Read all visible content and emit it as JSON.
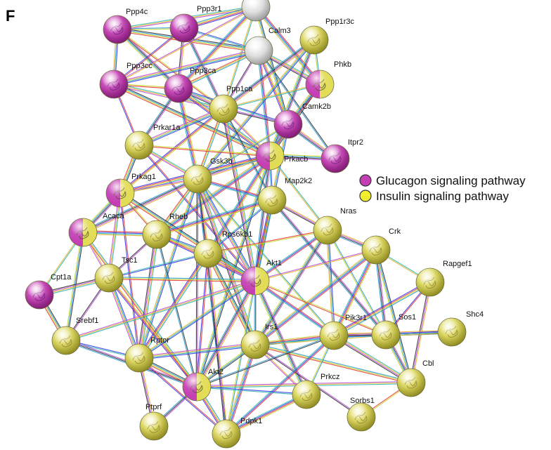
{
  "panel_label": "F",
  "legend": [
    {
      "label": "Glucagon signaling pathway",
      "color": "#c43fb4"
    },
    {
      "label": "Insulin signaling pathway",
      "color": "#f2ee30"
    }
  ],
  "colors": {
    "glucagon": "#c43fb4",
    "insulin": "#e6e060",
    "neutral": "#dcdcdc",
    "edge_palette": [
      "#2e9bd6",
      "#3b3be6",
      "#b84fd9",
      "#c7d62e",
      "#2fb7b2",
      "#333333",
      "#e53b3b",
      "#e5b32e"
    ]
  },
  "nodes": [
    {
      "id": "Ppp4c",
      "label": "Ppp4c",
      "type": "glucagon"
    },
    {
      "id": "Ppp3r1",
      "label": "Ppp3r1",
      "type": "glucagon"
    },
    {
      "id": "TopGrey",
      "label": "",
      "type": "neutral"
    },
    {
      "id": "Calm3",
      "label": "Calm3",
      "type": "neutral"
    },
    {
      "id": "Ppp1r3c",
      "label": "Ppp1r3c",
      "type": "insulin"
    },
    {
      "id": "Ppp3cc",
      "label": "Ppp3cc",
      "type": "glucagon"
    },
    {
      "id": "Ppp3ca",
      "label": "Ppp3ca",
      "type": "glucagon"
    },
    {
      "id": "Phkb",
      "label": "Phkb",
      "type": "both"
    },
    {
      "id": "Ppp1ca",
      "label": "Ppp1ca",
      "type": "insulin"
    },
    {
      "id": "Camk2b",
      "label": "Camk2b",
      "type": "glucagon"
    },
    {
      "id": "Itpr2",
      "label": "Itpr2",
      "type": "glucagon"
    },
    {
      "id": "Prkar1a",
      "label": "Prkar1a",
      "type": "insulin"
    },
    {
      "id": "Prkacb",
      "label": "Prkacb",
      "type": "both"
    },
    {
      "id": "Gsk3b",
      "label": "Gsk3b",
      "type": "insulin"
    },
    {
      "id": "Prkag1",
      "label": "Prkag1",
      "type": "both"
    },
    {
      "id": "Map2k2",
      "label": "Map2k2",
      "type": "insulin"
    },
    {
      "id": "Acaca",
      "label": "Acaca",
      "type": "both"
    },
    {
      "id": "Rheb",
      "label": "Rheb",
      "type": "insulin"
    },
    {
      "id": "Nras",
      "label": "Nras",
      "type": "insulin"
    },
    {
      "id": "Rps6kb1",
      "label": "Rps6kb1",
      "type": "insulin"
    },
    {
      "id": "Crk",
      "label": "Crk",
      "type": "insulin"
    },
    {
      "id": "Tsc1",
      "label": "Tsc1",
      "type": "insulin"
    },
    {
      "id": "Akt1",
      "label": "Akt1",
      "type": "both"
    },
    {
      "id": "Cpt1a",
      "label": "Cpt1a",
      "type": "glucagon"
    },
    {
      "id": "Rapgef1",
      "label": "Rapgef1",
      "type": "insulin"
    },
    {
      "id": "Srebf1",
      "label": "Srebf1",
      "type": "insulin"
    },
    {
      "id": "Irs1",
      "label": "Irs1",
      "type": "insulin"
    },
    {
      "id": "Pik3r1",
      "label": "Pik3r1",
      "type": "insulin"
    },
    {
      "id": "Sos1",
      "label": "Sos1",
      "type": "insulin"
    },
    {
      "id": "Shc4",
      "label": "Shc4",
      "type": "insulin"
    },
    {
      "id": "Rptor",
      "label": "Rptor",
      "type": "insulin"
    },
    {
      "id": "Cbl",
      "label": "Cbl",
      "type": "insulin"
    },
    {
      "id": "Akt2",
      "label": "Akt2",
      "type": "both"
    },
    {
      "id": "Prkcz",
      "label": "Prkcz",
      "type": "insulin"
    },
    {
      "id": "Sorbs1",
      "label": "Sorbs1",
      "type": "insulin"
    },
    {
      "id": "Ptprf",
      "label": "Ptprf",
      "type": "insulin"
    },
    {
      "id": "Pdpk1",
      "label": "Pdpk1",
      "type": "insulin"
    }
  ],
  "edges": [
    [
      "Ppp4c",
      "Ppp3r1"
    ],
    [
      "Ppp4c",
      "Ppp3cc"
    ],
    [
      "Ppp4c",
      "Ppp3ca"
    ],
    [
      "Ppp4c",
      "Ppp1ca"
    ],
    [
      "Ppp4c",
      "TopGrey"
    ],
    [
      "Ppp4c",
      "Calm3"
    ],
    [
      "Ppp3r1",
      "Ppp3cc"
    ],
    [
      "Ppp3r1",
      "Ppp3ca"
    ],
    [
      "Ppp3r1",
      "TopGrey"
    ],
    [
      "Ppp3r1",
      "Calm3"
    ],
    [
      "Ppp3r1",
      "Ppp1ca"
    ],
    [
      "TopGrey",
      "Ppp3ca"
    ],
    [
      "TopGrey",
      "Ppp1ca"
    ],
    [
      "TopGrey",
      "Camk2b"
    ],
    [
      "TopGrey",
      "Phkb"
    ],
    [
      "TopGrey",
      "Ppp3cc"
    ],
    [
      "Calm3",
      "Ppp3ca"
    ],
    [
      "Calm3",
      "Ppp3cc"
    ],
    [
      "Calm3",
      "Ppp1ca"
    ],
    [
      "Calm3",
      "Camk2b"
    ],
    [
      "Calm3",
      "Phkb"
    ],
    [
      "Calm3",
      "Itpr2"
    ],
    [
      "Calm3",
      "Prkacb"
    ],
    [
      "Ppp1r3c",
      "Ppp1ca"
    ],
    [
      "Ppp1r3c",
      "Phkb"
    ],
    [
      "Ppp1r3c",
      "Gsk3b"
    ],
    [
      "Ppp1r3c",
      "Prkacb"
    ],
    [
      "Ppp3cc",
      "Ppp3ca"
    ],
    [
      "Ppp3cc",
      "Ppp1ca"
    ],
    [
      "Ppp3cc",
      "Prkacb"
    ],
    [
      "Ppp3cc",
      "Prkar1a"
    ],
    [
      "Ppp3ca",
      "Ppp1ca"
    ],
    [
      "Ppp3ca",
      "Prkacb"
    ],
    [
      "Ppp3ca",
      "Camk2b"
    ],
    [
      "Ppp3ca",
      "Prkar1a"
    ],
    [
      "Ppp3ca",
      "Gsk3b"
    ],
    [
      "Phkb",
      "Ppp1ca"
    ],
    [
      "Phkb",
      "Prkacb"
    ],
    [
      "Phkb",
      "Camk2b"
    ],
    [
      "Ppp1ca",
      "Prkacb"
    ],
    [
      "Ppp1ca",
      "Gsk3b"
    ],
    [
      "Ppp1ca",
      "Prkar1a"
    ],
    [
      "Ppp1ca",
      "Camk2b"
    ],
    [
      "Ppp1ca",
      "Prkag1"
    ],
    [
      "Ppp1ca",
      "Akt1"
    ],
    [
      "Ppp1ca",
      "Map2k2"
    ],
    [
      "Camk2b",
      "Prkacb"
    ],
    [
      "Camk2b",
      "Itpr2"
    ],
    [
      "Camk2b",
      "Gsk3b"
    ],
    [
      "Camk2b",
      "Akt1"
    ],
    [
      "Itpr2",
      "Prkacb"
    ],
    [
      "Prkar1a",
      "Prkacb"
    ],
    [
      "Prkar1a",
      "Gsk3b"
    ],
    [
      "Prkar1a",
      "Prkag1"
    ],
    [
      "Prkar1a",
      "Akt1"
    ],
    [
      "Prkacb",
      "Gsk3b"
    ],
    [
      "Prkacb",
      "Prkag1"
    ],
    [
      "Prkacb",
      "Map2k2"
    ],
    [
      "Prkacb",
      "Akt1"
    ],
    [
      "Prkacb",
      "Rps6kb1"
    ],
    [
      "Prkacb",
      "Nras"
    ],
    [
      "Prkacb",
      "Akt2"
    ],
    [
      "Prkacb",
      "Rheb"
    ],
    [
      "Gsk3b",
      "Prkag1"
    ],
    [
      "Gsk3b",
      "Rheb"
    ],
    [
      "Gsk3b",
      "Akt1"
    ],
    [
      "Gsk3b",
      "Akt2"
    ],
    [
      "Gsk3b",
      "Rps6kb1"
    ],
    [
      "Gsk3b",
      "Irs1"
    ],
    [
      "Gsk3b",
      "Pdpk1"
    ],
    [
      "Gsk3b",
      "Map2k2"
    ],
    [
      "Gsk3b",
      "Acaca"
    ],
    [
      "Gsk3b",
      "Pik3r1"
    ],
    [
      "Gsk3b",
      "Rptor"
    ],
    [
      "Prkag1",
      "Acaca"
    ],
    [
      "Prkag1",
      "Rheb"
    ],
    [
      "Prkag1",
      "Tsc1"
    ],
    [
      "Prkag1",
      "Akt1"
    ],
    [
      "Prkag1",
      "Rptor"
    ],
    [
      "Map2k2",
      "Nras"
    ],
    [
      "Map2k2",
      "Akt1"
    ],
    [
      "Map2k2",
      "Rps6kb1"
    ],
    [
      "Map2k2",
      "Sos1"
    ],
    [
      "Map2k2",
      "Rheb"
    ],
    [
      "Acaca",
      "Cpt1a"
    ],
    [
      "Acaca",
      "Srebf1"
    ],
    [
      "Acaca",
      "Rheb"
    ],
    [
      "Acaca",
      "Tsc1"
    ],
    [
      "Acaca",
      "Akt2"
    ],
    [
      "Rheb",
      "Rps6kb1"
    ],
    [
      "Rheb",
      "Tsc1"
    ],
    [
      "Rheb",
      "Akt1"
    ],
    [
      "Rheb",
      "Rptor"
    ],
    [
      "Rheb",
      "Akt2"
    ],
    [
      "Nras",
      "Akt1"
    ],
    [
      "Nras",
      "Crk"
    ],
    [
      "Nras",
      "Sos1"
    ],
    [
      "Nras",
      "Pik3r1"
    ],
    [
      "Nras",
      "Irs1"
    ],
    [
      "Nras",
      "Rps6kb1"
    ],
    [
      "Rps6kb1",
      "Akt1"
    ],
    [
      "Rps6kb1",
      "Irs1"
    ],
    [
      "Rps6kb1",
      "Akt2"
    ],
    [
      "Rps6kb1",
      "Pdpk1"
    ],
    [
      "Rps6kb1",
      "Rptor"
    ],
    [
      "Rps6kb1",
      "Tsc1"
    ],
    [
      "Crk",
      "Sos1"
    ],
    [
      "Crk",
      "Pik3r1"
    ],
    [
      "Crk",
      "Rapgef1"
    ],
    [
      "Crk",
      "Cbl"
    ],
    [
      "Crk",
      "Irs1"
    ],
    [
      "Crk",
      "Akt1"
    ],
    [
      "Tsc1",
      "Akt1"
    ],
    [
      "Tsc1",
      "Rptor"
    ],
    [
      "Tsc1",
      "Srebf1"
    ],
    [
      "Tsc1",
      "Akt2"
    ],
    [
      "Tsc1",
      "Cpt1a"
    ],
    [
      "Akt1",
      "Irs1"
    ],
    [
      "Akt1",
      "Pik3r1"
    ],
    [
      "Akt1",
      "Akt2"
    ],
    [
      "Akt1",
      "Pdpk1"
    ],
    [
      "Akt1",
      "Rptor"
    ],
    [
      "Akt1",
      "Prkcz"
    ],
    [
      "Akt1",
      "Sos1"
    ],
    [
      "Akt1",
      "Srebf1"
    ],
    [
      "Cpt1a",
      "Srebf1"
    ],
    [
      "Rapgef1",
      "Sos1"
    ],
    [
      "Rapgef1",
      "Cbl"
    ],
    [
      "Rapgef1",
      "Pik3r1"
    ],
    [
      "Srebf1",
      "Rptor"
    ],
    [
      "Srebf1",
      "Akt2"
    ],
    [
      "Irs1",
      "Pik3r1"
    ],
    [
      "Irs1",
      "Sos1"
    ],
    [
      "Irs1",
      "Akt2"
    ],
    [
      "Irs1",
      "Pdpk1"
    ],
    [
      "Irs1",
      "Prkcz"
    ],
    [
      "Irs1",
      "Cbl"
    ],
    [
      "Irs1",
      "Rptor"
    ],
    [
      "Irs1",
      "Sorbs1"
    ],
    [
      "Pik3r1",
      "Sos1"
    ],
    [
      "Pik3r1",
      "Cbl"
    ],
    [
      "Pik3r1",
      "Akt2"
    ],
    [
      "Pik3r1",
      "Pdpk1"
    ],
    [
      "Pik3r1",
      "Shc4"
    ],
    [
      "Pik3r1",
      "Prkcz"
    ],
    [
      "Sos1",
      "Shc4"
    ],
    [
      "Sos1",
      "Cbl"
    ],
    [
      "Cbl",
      "Sorbs1"
    ],
    [
      "Cbl",
      "Akt2"
    ],
    [
      "Rptor",
      "Akt2"
    ],
    [
      "Rptor",
      "Pdpk1"
    ],
    [
      "Rptor",
      "Ptprf"
    ],
    [
      "Akt2",
      "Pdpk1"
    ],
    [
      "Akt2",
      "Prkcz"
    ],
    [
      "Akt2",
      "Ptprf"
    ],
    [
      "Prkcz",
      "Pdpk1"
    ]
  ]
}
